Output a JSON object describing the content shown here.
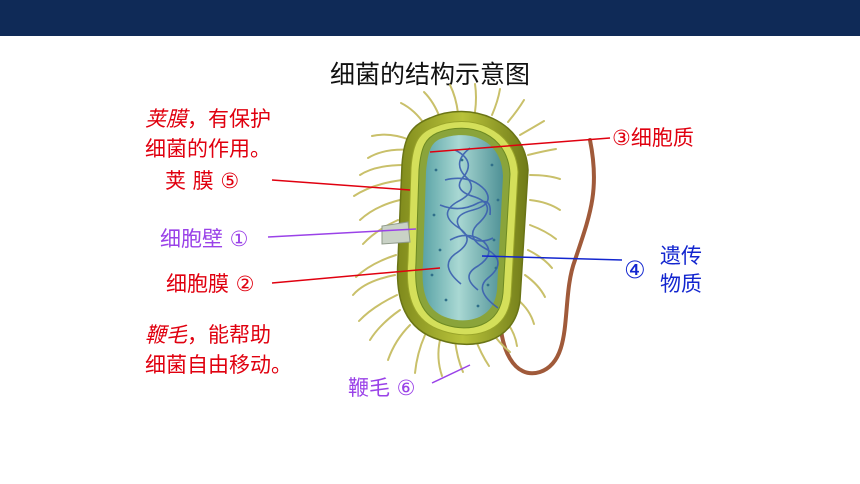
{
  "title": "细菌的结构示意图",
  "notes": {
    "capsule_term": "荚膜",
    "capsule_rest": "，有保护",
    "capsule_line2": "细菌的作用。",
    "flagella_term": "鞭毛",
    "flagella_rest": "，能帮助",
    "flagella_line2": "细菌自由移动。"
  },
  "labels": {
    "capsule": "荚  膜 ⑤",
    "cell_wall": "细胞壁 ①",
    "cell_membrane": "细胞膜 ②",
    "flagellum": "鞭毛 ⑥",
    "cytoplasm": "③细胞质",
    "genetic_number": "④",
    "genetic_line1": "遗传",
    "genetic_line2": "物质"
  },
  "colors": {
    "top_bar": "#0f2a57",
    "red": "#e0000f",
    "purple": "#9a42e8",
    "blue": "#1326cf",
    "capsule": "#9aa52a",
    "cell_wall": "#c9d64a",
    "membrane": "#7f9a2e",
    "cytoplasm": "#8dc6c4",
    "dna": "#3b5fb0",
    "flagellum": "#a05a3a",
    "pili": "#c9c06a"
  }
}
